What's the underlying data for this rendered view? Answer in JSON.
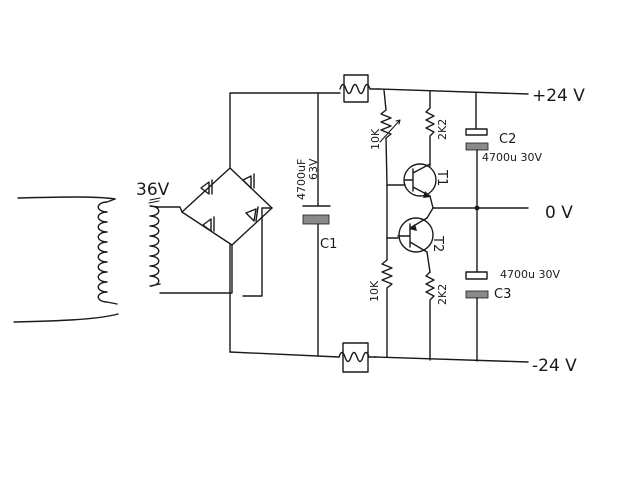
{
  "labels": {
    "transformer_voltage": "36V",
    "plus_rail": "+24 V",
    "zero_rail": "0 V",
    "minus_rail": "-24 V",
    "c1_name": "C1",
    "c1_value": "4700uF",
    "c1_voltage": "63V",
    "c2_name": "C2",
    "c2_value": "4700u 30V",
    "c3_name": "C3",
    "c3_value": "4700u 30V",
    "t1_name": "T1",
    "t2_name": "T2",
    "r_upper_left": "10K",
    "r_upper_right": "2K2",
    "r_lower_left": "10K",
    "r_lower_right": "2K2"
  }
}
